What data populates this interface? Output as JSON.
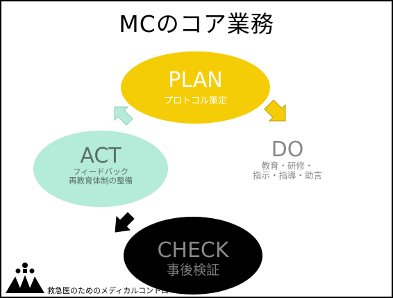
{
  "slide": {
    "title": "MCのコア業務"
  },
  "cycle": {
    "plan": {
      "label": "PLAN",
      "sub": "プロトコル策定"
    },
    "do": {
      "label": "DO",
      "sub_line1": "教育・研修・",
      "sub_line2": "指示・指導・助言"
    },
    "check": {
      "label": "CHECK",
      "sub": "事後検証"
    },
    "act": {
      "label": "ACT",
      "sub_line1": "フィードバック",
      "sub_line2": "再教育体制の整備"
    }
  },
  "footer": {
    "text": "救急医のためのメディカルコントロール"
  },
  "colors": {
    "plan": "#f5cd06",
    "act": "#b4ebd9",
    "check": "#000000",
    "do_text": "#888888"
  },
  "icons": [
    "arrow-plan-to-do-icon",
    "arrow-act-to-plan-icon",
    "arrow-check-to-act-icon",
    "logo-figures-icon"
  ]
}
